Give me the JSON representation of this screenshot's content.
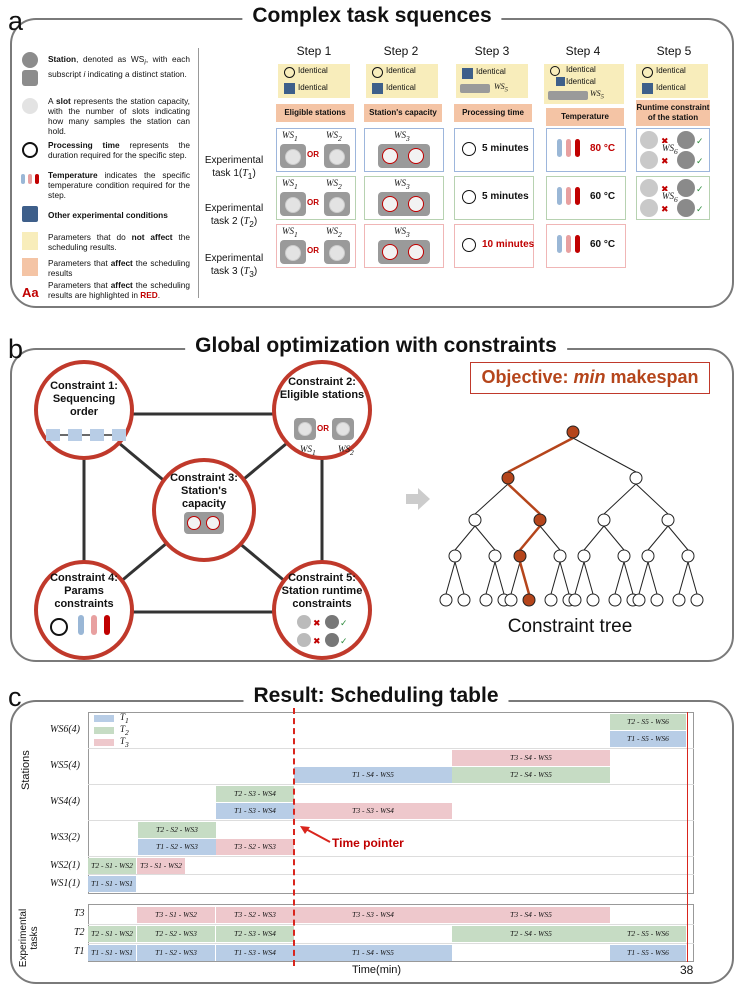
{
  "panel_a": {
    "label": "a",
    "title": "Complex task squences",
    "legend": {
      "station_bold": "Station",
      "station_rest": ", denoted as WS",
      "station_sub": "i",
      "station_rest2": ", with each subscript ",
      "station_i": "i",
      "station_rest3": " indicating a distinct station.",
      "slot_pre": "A ",
      "slot_bold": "slot",
      "slot_rest": " represents the station capacity, with the number of slots indicating how many samples the station can hold.",
      "proc_bold": "Processing time",
      "proc_rest": " represents the duration required for the specific step.",
      "temp_bold": "Temperature",
      "temp_rest": " indicates the specific temperature condition required for the step.",
      "other": "Other experimental conditions",
      "noaff_pre": "Parameters that do ",
      "noaff_bold": "not affect",
      "noaff_rest": " the scheduling results.",
      "aff_pre": "Parameters that ",
      "aff_bold": "affect",
      "aff_rest": " the scheduling results",
      "red_pre": "Parameters that ",
      "red_bold": "affect",
      "red_rest": " the scheduling results are highlighted in ",
      "red_word": "RED",
      "aa": "Aa"
    },
    "steps": [
      "Step 1",
      "Step 2",
      "Step 3",
      "Step 4",
      "Step 5"
    ],
    "identical": "Identical",
    "ws5": "WS",
    "ws5sub": "5",
    "headers": [
      "Eligible stations",
      "Station's capacity",
      "Processing time",
      "Temperature",
      "Runtime constraint of the station"
    ],
    "rows": [
      {
        "label": "Experimental task 1(",
        "tsym": "T",
        "tsub": "1",
        "close": ")",
        "time": "5 minutes",
        "temp": "80 °C",
        "time_red": false,
        "temp_red": true
      },
      {
        "label": "Experimental task 2 (",
        "tsym": "T",
        "tsub": "2",
        "close": ")",
        "time": "5 minutes",
        "temp": "60 °C",
        "time_red": false,
        "temp_red": false
      },
      {
        "label": "Experimental task 3 (",
        "tsym": "T",
        "tsub": "3",
        "close": ")",
        "time": "10 minutes",
        "temp": "60 °C",
        "time_red": true,
        "temp_red": false
      }
    ],
    "ws1": "WS",
    "ws2": "WS",
    "ws3": "WS",
    "ws6": "WS",
    "or": "OR",
    "sub1": "1",
    "sub2": "2",
    "sub3": "3",
    "sub6": "6"
  },
  "panel_b": {
    "label": "b",
    "title": "Global optimization with constraints",
    "c1": "Constraint 1: Sequencing order",
    "c2": "Constraint 2: Eligible stations",
    "c3": "Constraint 3: Station's capacity",
    "c4": "Constraint 4: Params constraints",
    "c5": "Constraint 5: Station runtime constraints",
    "ws": "WS",
    "or": "OR",
    "sub1": "1",
    "sub2": "2",
    "objective_pre": "Objective: ",
    "objective_it": "min",
    "objective_post": " makespan",
    "tree_label": "Constraint tree"
  },
  "panel_c": {
    "label": "c",
    "title": "Result: Scheduling table",
    "stations_axis": "Stations",
    "tasks_axis": "Experimental tasks",
    "time_axis": "Time(min)",
    "end_tick": "38",
    "time_pointer": "Time pointer",
    "legend": [
      "T1",
      "T2",
      "T3"
    ],
    "legend_sym": "T",
    "legend_subs": [
      "1",
      "2",
      "3"
    ],
    "station_rows": [
      "WS6(4)",
      "WS5(4)",
      "WS4(4)",
      "WS3(2)",
      "WS2(1)",
      "WS1(1)"
    ],
    "task_rows": [
      "T3",
      "T2",
      "T1"
    ],
    "bars": {
      "ws6a": "T2 - S5 - WS6",
      "ws6b": "T1 - S5 - WS6",
      "ws5a": "T3 - S4 - WS5",
      "ws5b": "T1 - S4 - WS5",
      "ws5c": "T2 - S4 - WS5",
      "ws4a": "T2 - S3 - WS4",
      "ws4b": "T1 - S3 - WS4",
      "ws4c": "T3 - S3 - WS4",
      "ws3a": "T2 - S2 - WS3",
      "ws3b": "T1 - S2 - WS3",
      "ws3c": "T3 - S2 - WS3",
      "ws2a": "T2 - S1 - WS2",
      "ws2b": "T3 - S1 - WS2",
      "ws1a": "T1 - S1 - WS1",
      "t3a": "T3 - S1 - WS2",
      "t3b": "T3 - S2 - WS3",
      "t3c": "T3 - S3 - WS4",
      "t3d": "T3 - S4 - WS5",
      "t2a": "T2 - S1 - WS2",
      "t2b": "T2 - S2 - WS3",
      "t2c": "T2 - S3 - WS4",
      "t2d": "T2 - S4 - WS5",
      "t2e": "T2 - S5 - WS6",
      "t1a": "T1 - S1 - WS1",
      "t1b": "T1 - S2 - WS3",
      "t1c": "T1 - S3 - WS4",
      "t1d": "T1 - S4 - WS5",
      "t1e": "T1 - S5 - WS6"
    }
  },
  "colors": {
    "red": "#c00000",
    "blue": "#b8cde6",
    "green": "#c6dcc4",
    "pink": "#eec8cc",
    "yellow": "#f8edbb",
    "orange": "#f4c4a5"
  }
}
